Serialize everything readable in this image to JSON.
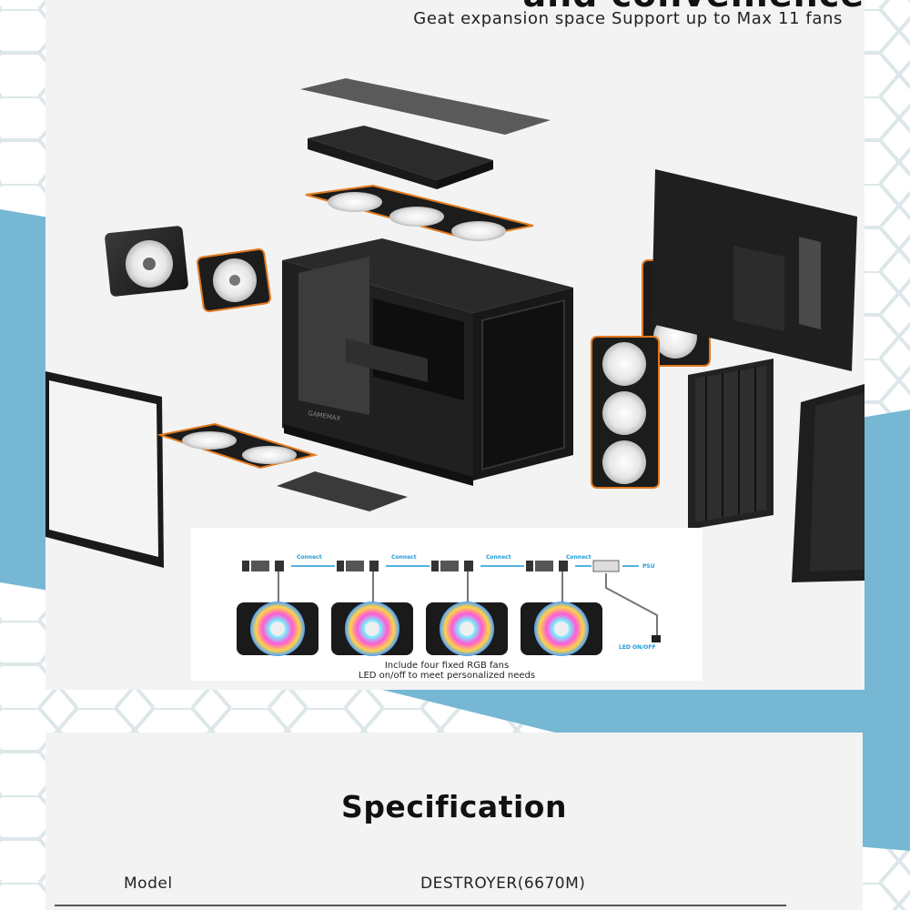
{
  "hero": {
    "headline_fragment": "and convenience",
    "subheadline": "Geat expansion space Support up to Max 11 fans"
  },
  "case_brand_mark": "GAMEMAX",
  "rgb_diagram": {
    "connect_labels": [
      "Connect",
      "Connect",
      "Connect",
      "Connect"
    ],
    "psu_label": "PSU",
    "led_label": "LED ON/OFF",
    "caption_line1": "Include four fixed RGB fans",
    "caption_line2": "LED on/off to meet personalized needs"
  },
  "spec": {
    "title": "Specification",
    "rows": [
      {
        "label": "Model",
        "value": "DESTROYER(6670M)"
      }
    ]
  },
  "colors": {
    "background_band_blue": "#76b8d4",
    "panel_grey": "#f3f3f3",
    "fan_orange_trim": "#e07a1f",
    "connect_blue": "#1e9ad6",
    "hex_line": "#dde7ea"
  }
}
